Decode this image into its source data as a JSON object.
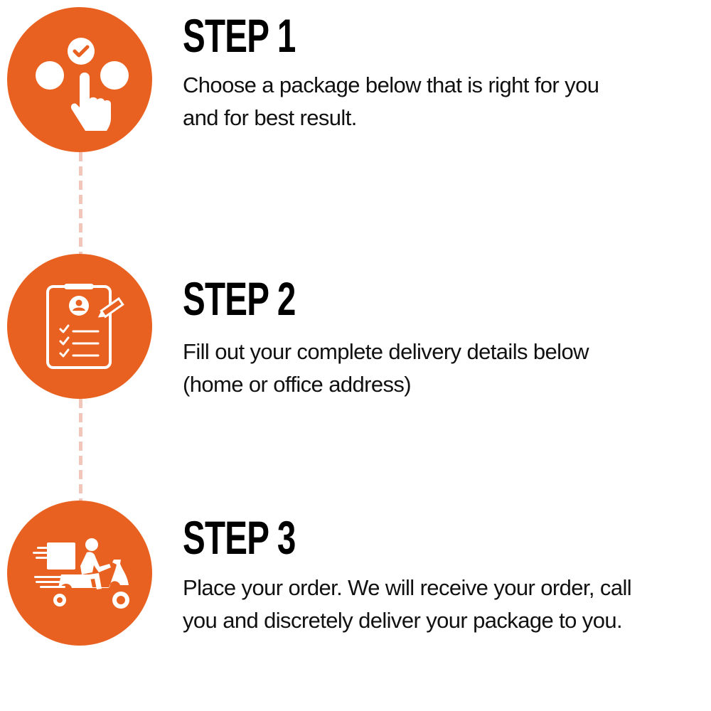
{
  "theme": {
    "accent": "#e96121",
    "connector": "#f3c6bb",
    "text": "#000000",
    "background": "#ffffff"
  },
  "steps": [
    {
      "title": "STEP 1",
      "icon": "hand-tap-select-check-icon",
      "description_lines": [
        "Choose a package below that is right for you",
        "and for best result."
      ]
    },
    {
      "title": "STEP 2",
      "icon": "clipboard-form-checklist-icon",
      "description_lines": [
        "Fill out your complete delivery details below",
        "(home or office address)"
      ]
    },
    {
      "title": "STEP 3",
      "icon": "delivery-scooter-icon",
      "description_lines": [
        "Place your order. We will receive your order, call",
        "you and discretely deliver your package to you."
      ]
    }
  ]
}
